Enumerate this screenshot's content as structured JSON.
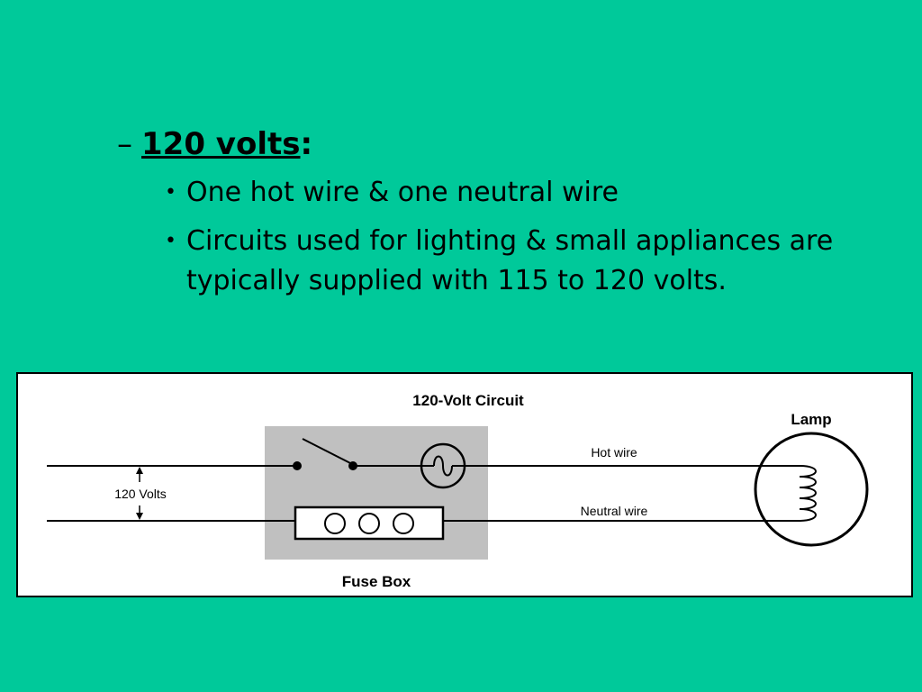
{
  "heading": {
    "dash": "–",
    "term": "120 volts",
    "colon": ":"
  },
  "bullets": [
    {
      "symbol": "•",
      "text": "One hot wire & one neutral wire"
    },
    {
      "symbol": "•",
      "text": "Circuits used for lighting & small appliances are typically supplied with 115 to 120 volts."
    }
  ],
  "diagram": {
    "title": "120-Volt Circuit",
    "voltage_label": "120 Volts",
    "hot_wire_label": "Hot wire",
    "neutral_wire_label": "Neutral wire",
    "lamp_label": "Lamp",
    "fuse_box_label": "Fuse Box",
    "fuse_count": 3
  },
  "colors": {
    "background": "#00c99a",
    "fuse_box_fill": "#c0c0c0"
  }
}
